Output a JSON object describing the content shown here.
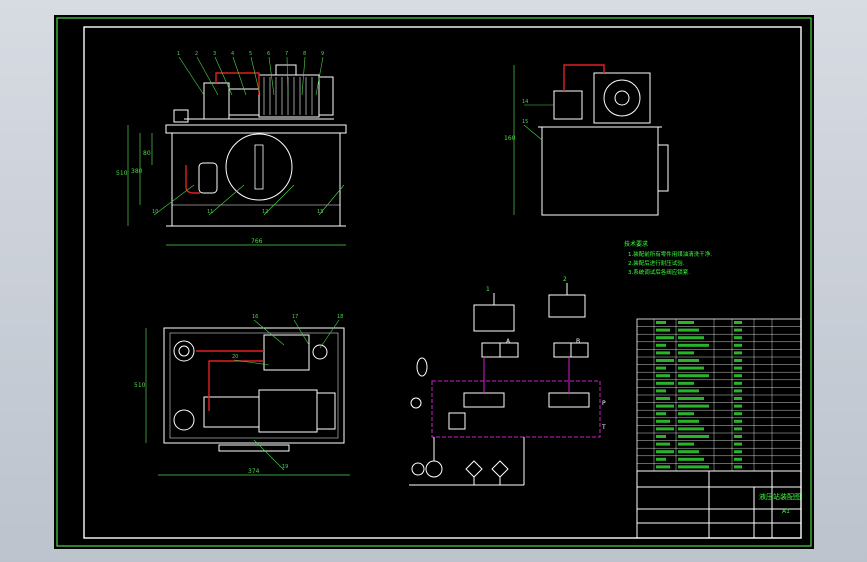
{
  "colors": {
    "background": "#000000",
    "frame": "#4cd64c",
    "linework": "#ffffff",
    "dimension": "#4cd64c",
    "pipe": "#e02020",
    "hydraulic_box": "#d020d0",
    "annotation": "#3cff3c"
  },
  "views": {
    "front_view": {
      "dims": {
        "width": "766",
        "height_left": "510",
        "height_inner": "380",
        "height_top": "80"
      },
      "balloons": [
        "1",
        "2",
        "3",
        "4",
        "5",
        "6",
        "7",
        "8",
        "9",
        "10",
        "11",
        "12",
        "13"
      ]
    },
    "side_view": {
      "dims": {
        "height": "160"
      },
      "balloons": [
        "14",
        "15"
      ]
    },
    "top_view": {
      "dims": {
        "depth": "510",
        "bottom": "374"
      },
      "balloons": [
        "16",
        "17",
        "18",
        "19",
        "20"
      ]
    }
  },
  "schematic": {
    "labels": {
      "cylinder_left": "1",
      "cylinder_right": "2",
      "pressure_tag": "P",
      "tank_tag": "T",
      "port_a": "A",
      "port_b": "B"
    }
  },
  "notes": {
    "title": "技术要求",
    "lines": [
      "1.装配前所有零件用煤油清洗干净.",
      "2.装配后进行耐压试验.",
      "3.系统调试后各阀应锁紧."
    ]
  },
  "parts_table": {
    "rows": 20
  },
  "title_block": {
    "title": "液压站装配图",
    "sheet_size": "A1"
  }
}
